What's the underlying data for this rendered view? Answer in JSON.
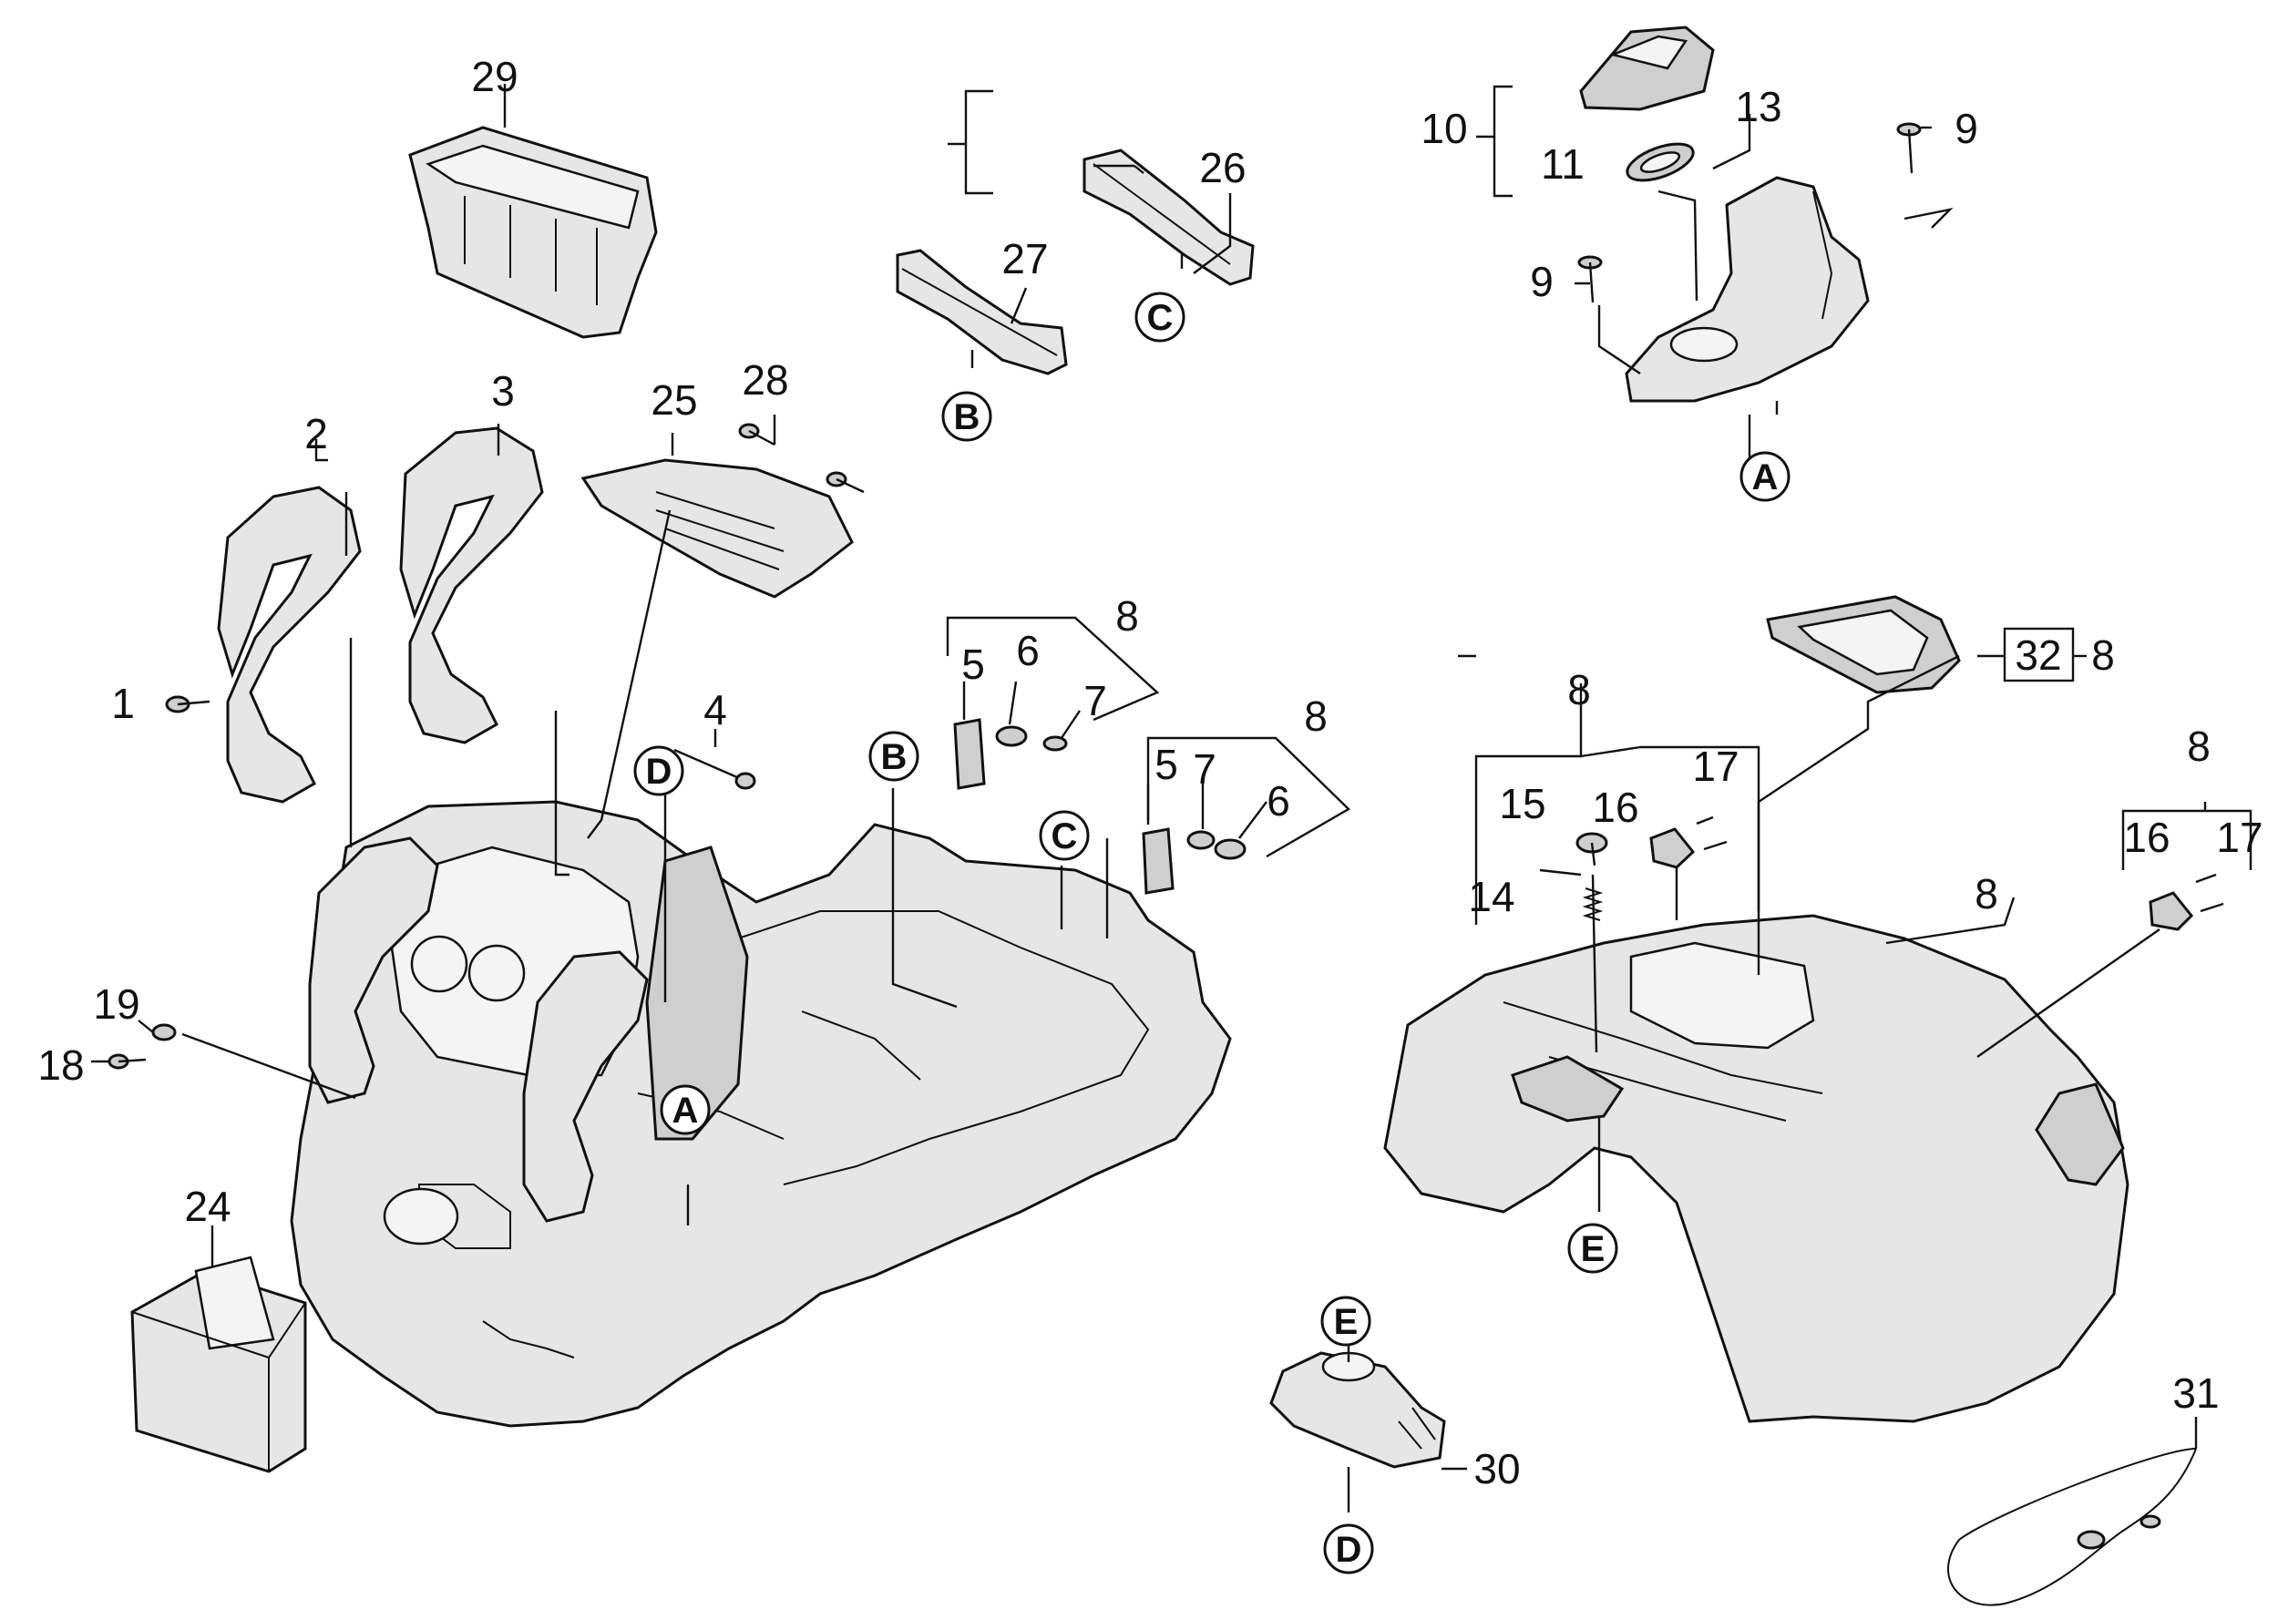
{
  "labels": {
    "n1": "1",
    "n2": "2",
    "n3": "3",
    "n4": "4",
    "n5a": "5",
    "n5b": "5",
    "n6a": "6",
    "n6b": "6",
    "n7a": "7",
    "n7b": "7",
    "n8a": "8",
    "n8b": "8",
    "n8c": "8",
    "n8d": "8",
    "n8e": "8",
    "n8f": "8",
    "n9a": "9",
    "n9b": "9",
    "n10": "10",
    "n11": "11",
    "n13": "13",
    "n14": "14",
    "n15": "15",
    "n16a": "16",
    "n16b": "16",
    "n17a": "17",
    "n17b": "17",
    "n18": "18",
    "n19": "19",
    "n24": "24",
    "n25": "25",
    "n26": "26",
    "n27": "27",
    "n28": "28",
    "n29": "29",
    "n30": "30",
    "n31": "31",
    "n32": "32"
  },
  "connectors": {
    "A1": "A",
    "A2": "A",
    "B1": "B",
    "B2": "B",
    "C1": "C",
    "C2": "C",
    "D1": "D",
    "D2": "D",
    "E1": "E",
    "E2": "E"
  }
}
